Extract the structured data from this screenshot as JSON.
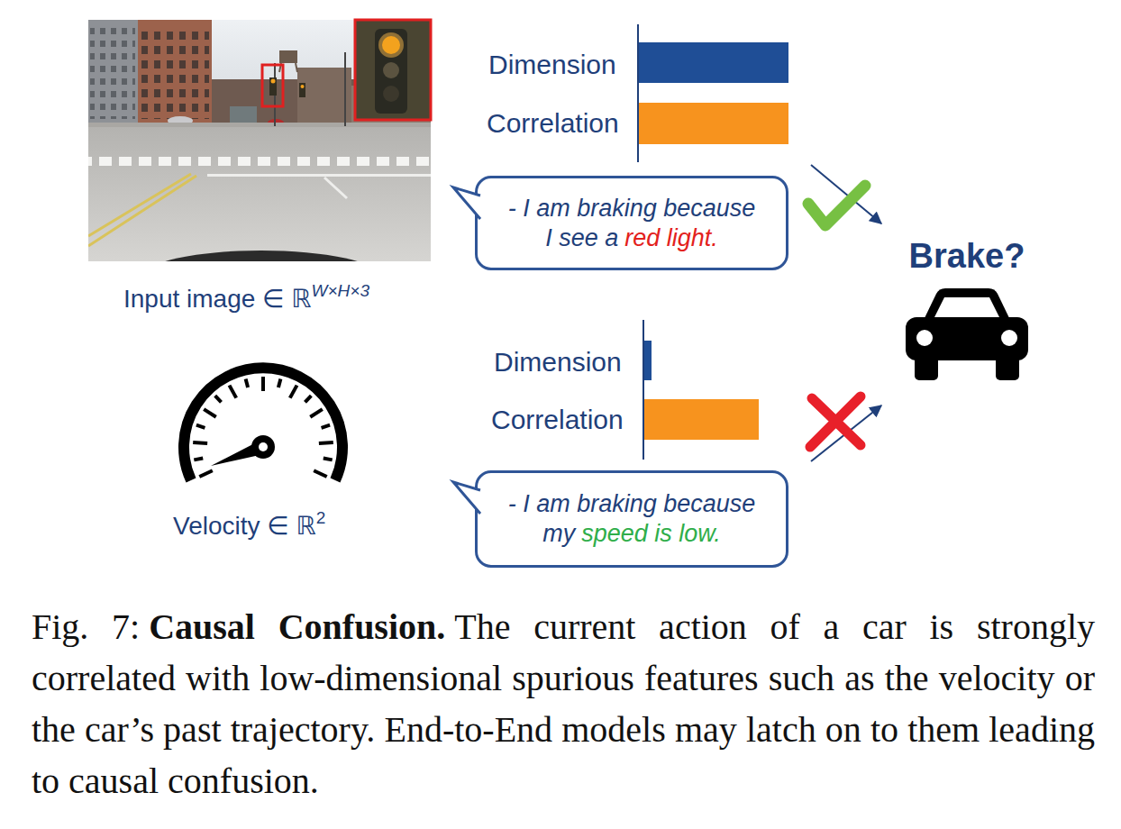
{
  "diagram": {
    "caption": "The current action of a car is strongly correlated with low-dimensional spurious features such as the velocity or the car’s past trajectory. End-to-End models may latch on to them leading to causal confusion.",
    "nodes": [
      {
        "text": [
          "- I am braking because",
          "I see a",
          "red light."
        ]
      },
      {
        "text": [
          "Brake?"
        ]
      },
      {
        "text": [
          "- I am braking because",
          "my",
          "speed is low."
        ]
      }
    ],
    "edges": [
      {
        "from": 0,
        "to": 1,
        "arrow": "to"
      },
      {
        "from": 2,
        "to": 1,
        "arrow": "to"
      }
    ],
    "labels": [
      "Dimension",
      "Correlation",
      "Input image ∈ ℝ",
      "W×H×3",
      "Velocity ∈ ℝ",
      "2",
      "Dimension",
      "Correlation",
      "Fig. 7:",
      "Causal Confusion."
    ]
  }
}
